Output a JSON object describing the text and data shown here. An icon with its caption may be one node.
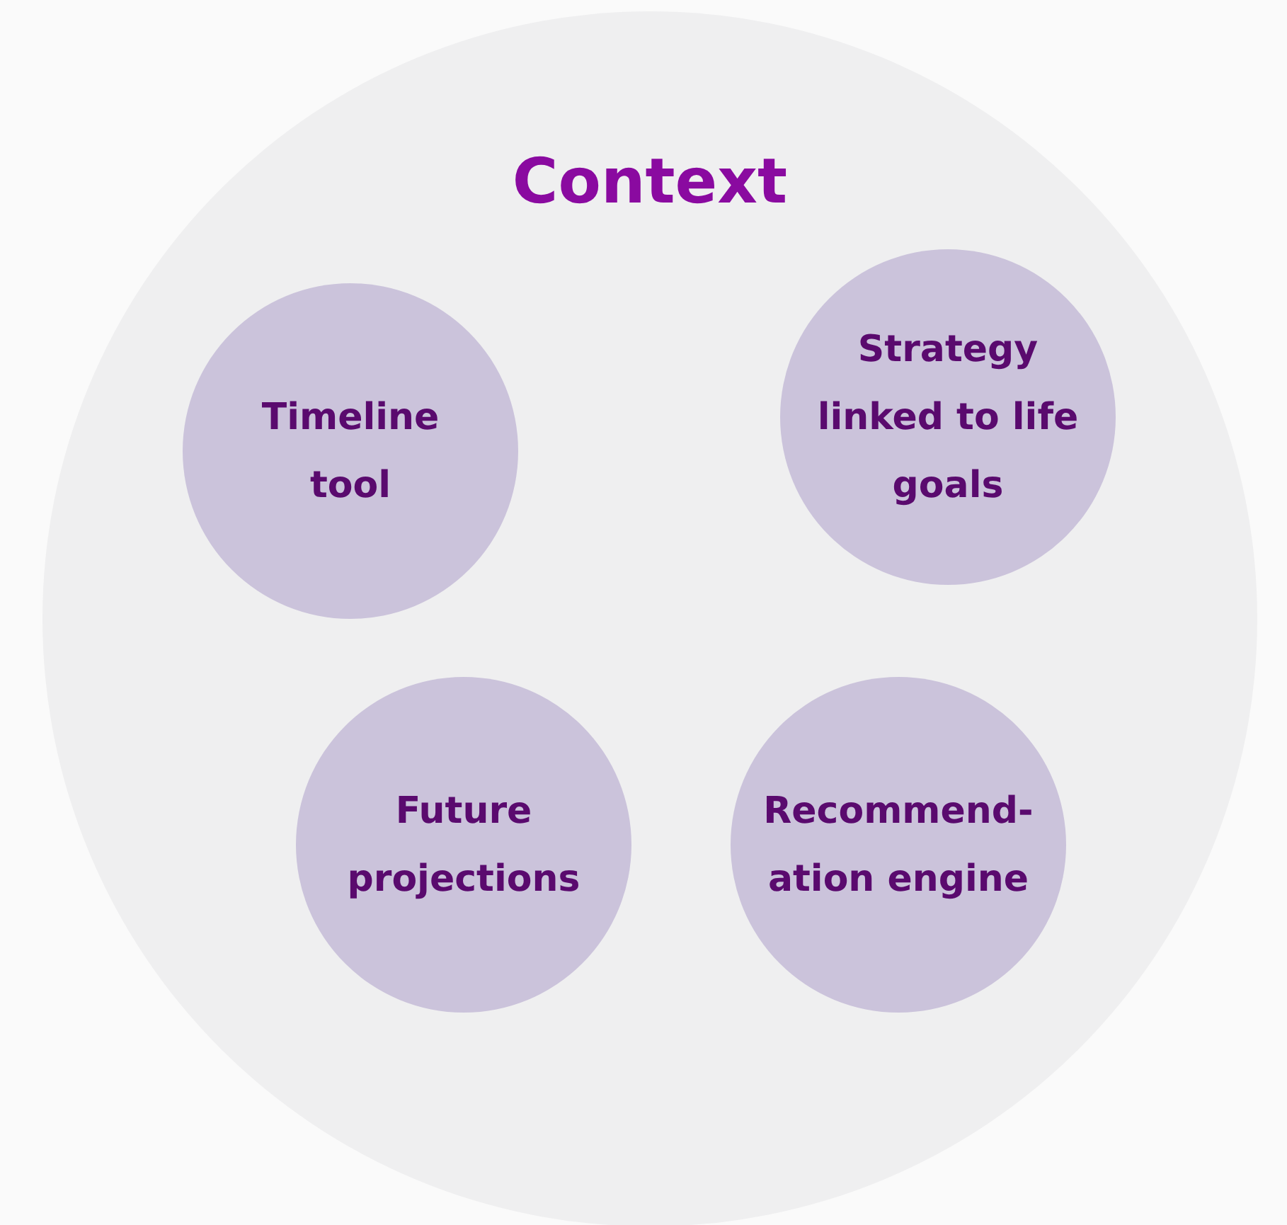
{
  "diagram": {
    "nodes": [
      {
        "text": [
          "Context"
        ]
      },
      {
        "text": [
          "Timeline tool"
        ],
        "in": 0
      },
      {
        "text": [
          "Strategy linked to life goals"
        ],
        "in": 0
      },
      {
        "text": [
          "Future projections"
        ],
        "in": 0
      },
      {
        "text": [
          "Recommend-ation engine"
        ],
        "in": 0
      }
    ]
  }
}
